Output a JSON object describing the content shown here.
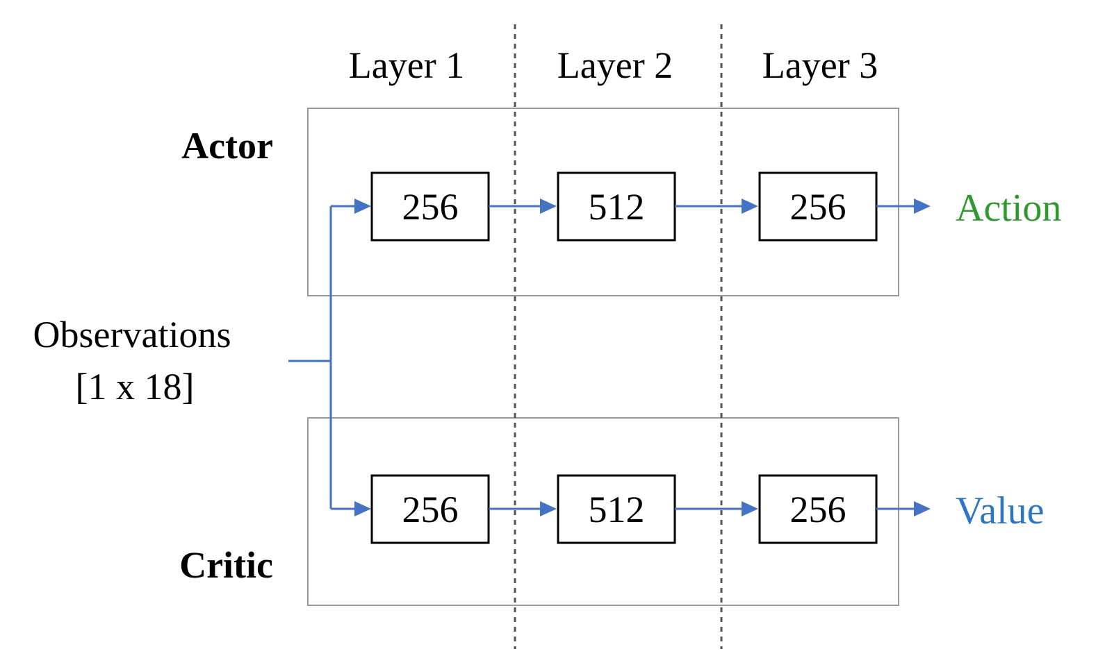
{
  "layers": [
    "Layer 1",
    "Layer 2",
    "Layer 3"
  ],
  "actor": {
    "label": "Actor",
    "nodes": [
      "256",
      "512",
      "256"
    ],
    "output": "Action",
    "output_color": "#2e9a2e"
  },
  "critic": {
    "label": "Critic",
    "nodes": [
      "256",
      "512",
      "256"
    ],
    "output": "Value",
    "output_color": "#2e75c4"
  },
  "input": {
    "line1": "Observations",
    "line2": "[1 x 18]"
  },
  "flow_color": "#4472c4"
}
